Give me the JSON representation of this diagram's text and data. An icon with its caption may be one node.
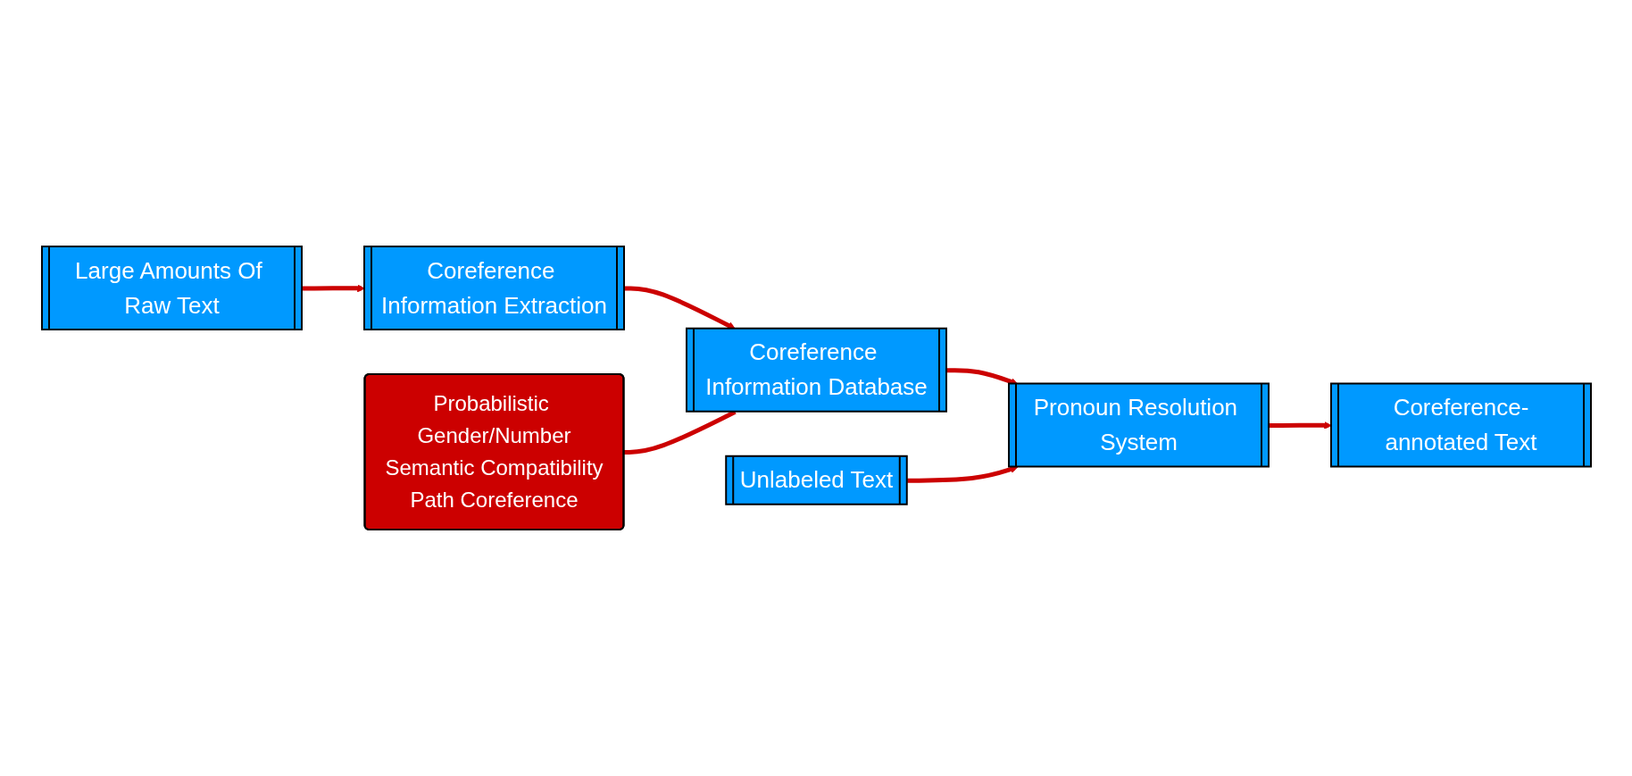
{
  "diagram": {
    "nodes": [
      {
        "text": [
          "Large Amounts Of Raw Text"
        ]
      },
      {
        "text": [
          "Coreference Information Extraction"
        ]
      },
      {
        "text": [
          "Coreference Information Database"
        ]
      },
      {
        "text": [
          "Probabilistic Gender/Number",
          "Semantic Compatibility",
          "Path Coreference"
        ]
      },
      {
        "text": [
          "Unlabeled Text"
        ]
      },
      {
        "text": [
          "Pronoun Resolution System"
        ]
      },
      {
        "text": [
          "Coreference-annotated Text"
        ]
      }
    ],
    "edges": [
      {
        "from": 0,
        "to": 1,
        "arrow": "to"
      },
      {
        "from": 1,
        "to": 2,
        "arrow": "to"
      },
      {
        "from": 3,
        "to": 2,
        "arrow": "none"
      },
      {
        "from": 2,
        "to": 5,
        "arrow": "to"
      },
      {
        "from": 4,
        "to": 5,
        "arrow": "to"
      },
      {
        "from": 5,
        "to": 6,
        "arrow": "to"
      }
    ]
  }
}
